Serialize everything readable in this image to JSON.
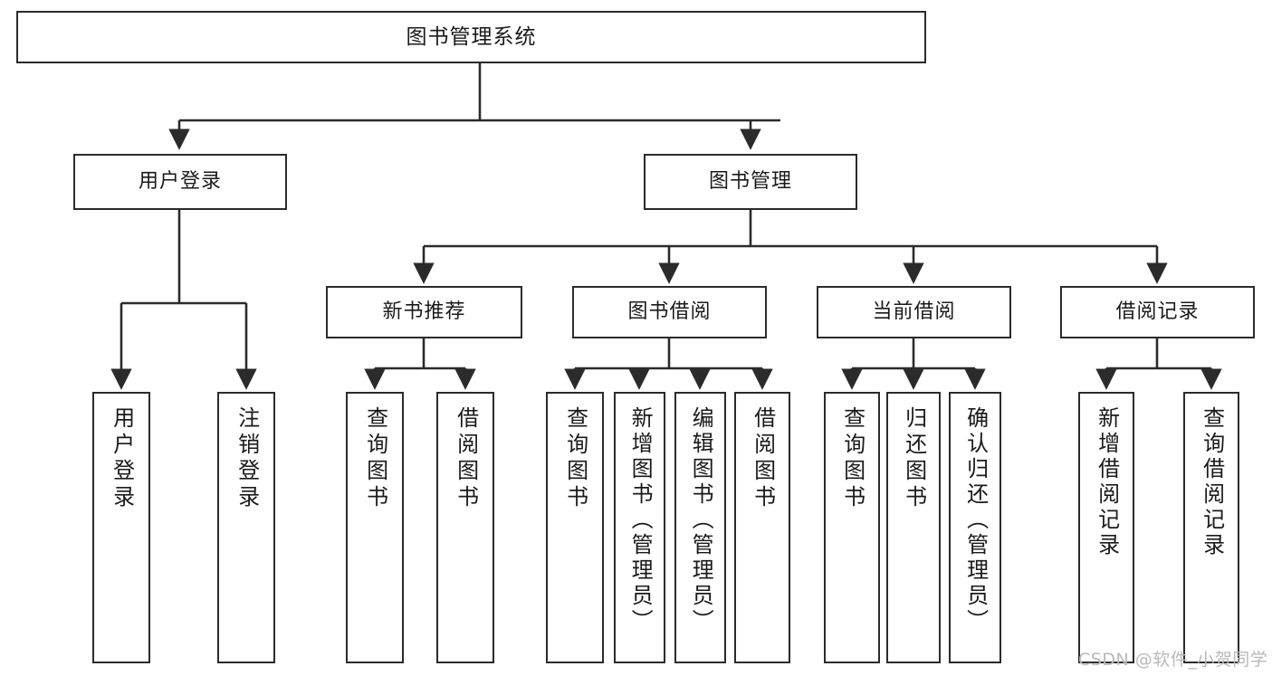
{
  "diagram": {
    "title_node": "图书管理系统",
    "type": "tree-hierarchy-flowchart",
    "colors": {
      "box_border": "#2b2b2b",
      "box_fill": "#ffffff",
      "connector": "#2b2b2b",
      "text": "#1a1a1a",
      "watermark": "#b9b9b9",
      "background": "#ffffff"
    },
    "levels": {
      "level0": [
        "图书管理系统"
      ],
      "level1": [
        "用户登录",
        "图书管理"
      ],
      "level2": [
        "新书推荐",
        "图书借阅",
        "当前借阅",
        "借阅记录"
      ],
      "level3": [
        "用户登录",
        "注销登录",
        "查询图书",
        "借阅图书",
        "查询图书",
        "新增图书（管理员）",
        "编辑图书（管理员）",
        "借阅图书",
        "查询图书",
        "归还图书",
        "确认归还（管理员）",
        "新增借阅记录",
        "查询借阅记录"
      ]
    },
    "nodes": {
      "root": {
        "label": "图书管理系统"
      },
      "user_login": {
        "label": "用户登录"
      },
      "book_manage": {
        "label": "图书管理"
      },
      "new_book_rec": {
        "label": "新书推荐"
      },
      "book_borrow": {
        "label": "图书借阅"
      },
      "current_borrow": {
        "label": "当前借阅"
      },
      "borrow_record": {
        "label": "借阅记录"
      },
      "leaf_user_login": {
        "label": "用户登录"
      },
      "leaf_logout": {
        "label": "注销登录"
      },
      "leaf_query_book_a": {
        "label": "查询图书"
      },
      "leaf_borrow_book_a": {
        "label": "借阅图书"
      },
      "leaf_query_book_b": {
        "label": "查询图书"
      },
      "leaf_add_book": {
        "label": "新增图书（管理员）"
      },
      "leaf_edit_book": {
        "label": "编辑图书（管理员）"
      },
      "leaf_borrow_book_b": {
        "label": "借阅图书"
      },
      "leaf_query_book_c": {
        "label": "查询图书"
      },
      "leaf_return_book": {
        "label": "归还图书"
      },
      "leaf_confirm_return": {
        "label": "确认归还（管理员）"
      },
      "leaf_add_record": {
        "label": "新增借阅记录"
      },
      "leaf_query_record": {
        "label": "查询借阅记录"
      }
    },
    "edges": [
      {
        "from": "图书管理系统",
        "to": "用户登录"
      },
      {
        "from": "图书管理系统",
        "to": "图书管理"
      },
      {
        "from": "用户登录",
        "to": "用户登录"
      },
      {
        "from": "用户登录",
        "to": "注销登录"
      },
      {
        "from": "图书管理",
        "to": "新书推荐"
      },
      {
        "from": "图书管理",
        "to": "图书借阅"
      },
      {
        "from": "图书管理",
        "to": "当前借阅"
      },
      {
        "from": "图书管理",
        "to": "借阅记录"
      },
      {
        "from": "新书推荐",
        "to": "查询图书"
      },
      {
        "from": "新书推荐",
        "to": "借阅图书"
      },
      {
        "from": "图书借阅",
        "to": "查询图书"
      },
      {
        "from": "图书借阅",
        "to": "新增图书（管理员）"
      },
      {
        "from": "图书借阅",
        "to": "编辑图书（管理员）"
      },
      {
        "from": "图书借阅",
        "to": "借阅图书"
      },
      {
        "from": "当前借阅",
        "to": "查询图书"
      },
      {
        "from": "当前借阅",
        "to": "归还图书"
      },
      {
        "from": "当前借阅",
        "to": "确认归还（管理员）"
      },
      {
        "from": "借阅记录",
        "to": "新增借阅记录"
      },
      {
        "from": "借阅记录",
        "to": "查询借阅记录"
      }
    ]
  },
  "watermark": {
    "text": "CSDN @软件_小贺同学"
  }
}
